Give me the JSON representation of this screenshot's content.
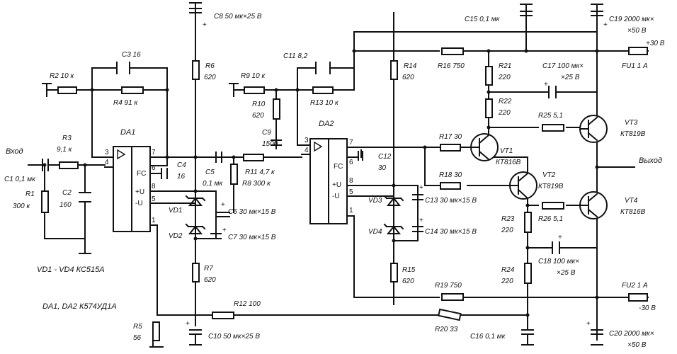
{
  "labels": {
    "input": "Вход",
    "output": "Выход",
    "c1": "C1 0,1 мк",
    "r1a": "R1",
    "r1b": "300 к",
    "r3a": "R3",
    "r3b": "9,1 к",
    "c2a": "C2",
    "c2b": "160",
    "r2": "R2 10 к",
    "c3": "C3 16",
    "r4": "R4 91 к",
    "da1": "DA1",
    "c4a": "C4",
    "c4b": "16",
    "r6a": "R6",
    "r6b": "620",
    "c8": "C8 50 мк×25 В",
    "c5a": "C5",
    "c5b": "0,1 мк",
    "vd1": "VD1",
    "c6": "C6 30 мк×15 В",
    "vd2": "VD2",
    "c7": "C7 30 мк×15 В",
    "r7a": "R7",
    "r7b": "620",
    "r9": "R9 10 к",
    "c11": "C11 8,2",
    "r13": "R13 10 к",
    "r10a": "R10",
    "r10b": "620",
    "c9a": "C9",
    "c9b": "1500",
    "r11": "R11 4,7 к",
    "r8": "R8 300 к",
    "da2": "DA2",
    "c12a": "C12",
    "c12b": "30",
    "r14a": "R14",
    "r14b": "620",
    "vd3": "VD3",
    "c13": "C13 30 мк×15 В",
    "vd4": "VD4",
    "c14": "C14 30 мк×15 В",
    "r15a": "R15",
    "r15b": "620",
    "c15": "C15 0,1 мк",
    "r16": "R16 750",
    "r21a": "R21",
    "r21b": "220",
    "r22a": "R22",
    "r22b": "220",
    "c17a": "C17 100 мк×",
    "c17b": "×25 В",
    "c19a": "C19 2000 мк×",
    "c19b": "×50 В",
    "fu1": "FU1 1 А",
    "plus30": "+30 В",
    "r17": "R17 30",
    "vt1a": "VT1",
    "vt1b": "КТ816В",
    "r18": "R18 30",
    "vt2a": "VT2",
    "vt2b": "КТ819В",
    "r25": "R25 5,1",
    "vt3a": "VT3",
    "vt3b": "КТ819В",
    "r26": "R26 5,1",
    "vt4a": "VT4",
    "vt4b": "КТ816В",
    "r23a": "R23",
    "r23b": "220",
    "r24a": "R24",
    "r24b": "220",
    "c18a": "C18 100 мк×",
    "c18b": "×25 В",
    "r19": "R19 750",
    "fu2": "FU2 1 А",
    "minus30": "-30 В",
    "r12": "R12 100",
    "r20": "R20 33",
    "c16": "C16 0,1 мк",
    "c20a": "C20 2000 мк×",
    "c20b": "×50 В",
    "c10": "C10 50 мк×25 В",
    "r5a": "R5",
    "r5b": "56",
    "legend_vd": "VD1 - VD4  КС515А",
    "legend_da": "DA1, DA2  К574УД1А"
  },
  "pins": {
    "da1": {
      "p3": "3",
      "p4": "4",
      "p7": "7",
      "p6": "6",
      "fc": "FC",
      "p8": "8",
      "p5": "5",
      "up": "+U",
      "un": "-U",
      "gnd": "1"
    },
    "da2": {
      "p3": "3",
      "p4": "4",
      "p7": "7",
      "p6": "6",
      "fc": "FC",
      "p8": "8",
      "p5": "5",
      "up": "+U",
      "un": "-U",
      "gnd": "1"
    }
  },
  "symbols": {
    "amp": "▷",
    "plus": "+",
    "ground": "⊥",
    "one": "1"
  }
}
